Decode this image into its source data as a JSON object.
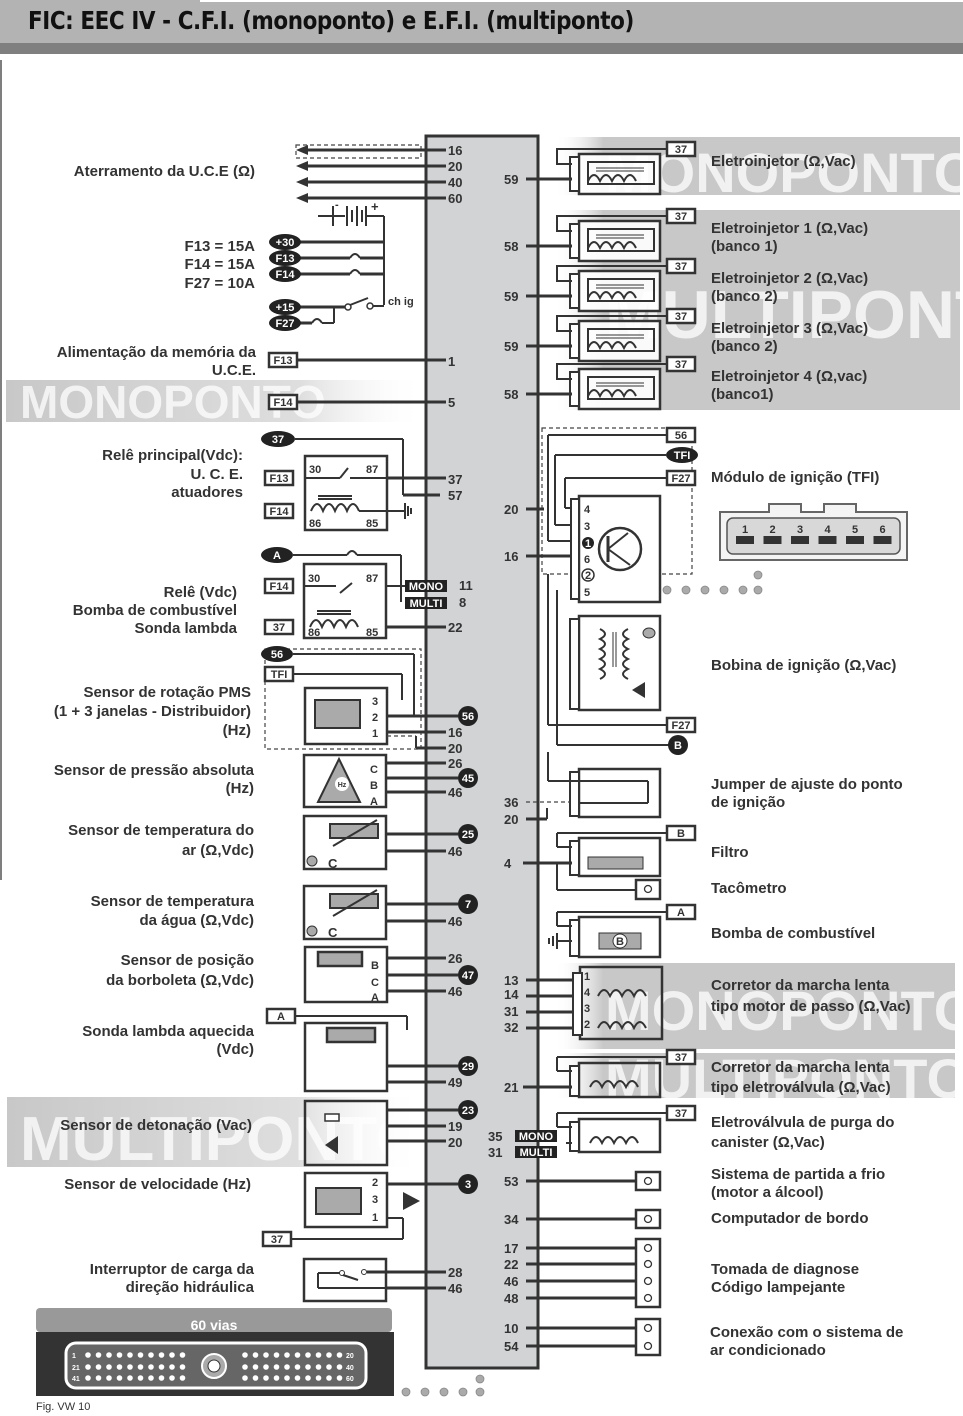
{
  "header": {
    "title": "FIC: EEC IV - C.F.I. (monoponto) e E.F.I. (multiponto)"
  },
  "watermarks": {
    "mono": "MONOPONTO",
    "multi": "MULTIPONTO"
  },
  "left_components": [
    {
      "id": "aterramento",
      "label_lines": [
        "Aterramento da U.C.E (Ω)"
      ],
      "pins": [
        "16",
        "20",
        "40",
        "60"
      ]
    },
    {
      "id": "fuses",
      "label_lines": [
        "F13 = 15A",
        "F14 = 15A",
        "F27 = 10A"
      ],
      "tags": [
        "+30",
        "F13",
        "F14",
        "+15",
        "F27"
      ],
      "switch_label": "ch ig"
    },
    {
      "id": "memoria",
      "label_lines": [
        "Alimentação da memória da",
        "U.C.E."
      ],
      "tag": "F13",
      "pin": "1"
    },
    {
      "id": "mono_f14",
      "tag": "F14",
      "pin": "5"
    },
    {
      "id": "rele_principal",
      "label_lines": [
        "Relê principal(Vdc):",
        "U. C. E.",
        "atuadores"
      ],
      "tags": [
        "37",
        "F13",
        "F14"
      ],
      "terminals": [
        "30",
        "87",
        "86",
        "85"
      ],
      "pins": [
        "37",
        "57"
      ]
    },
    {
      "id": "rele_bomba",
      "label_lines": [
        "Relê (Vdc)",
        "Bomba de combustível",
        "Sonda lambda"
      ],
      "tags": [
        "A",
        "F14",
        "37",
        "MONO",
        "MULTI"
      ],
      "terminals": [
        "30",
        "87",
        "86",
        "85"
      ],
      "pins": [
        "11",
        "8",
        "22"
      ]
    },
    {
      "id": "sensor_pms",
      "label_lines": [
        "Sensor de rotação PMS",
        "(1 + 3 janelas - Distribuidor)",
        "(Hz)"
      ],
      "tags": [
        "56",
        "TFI"
      ],
      "terminals": [
        "3",
        "2",
        "1"
      ],
      "pins": [
        "56",
        "16",
        "20"
      ]
    },
    {
      "id": "sensor_map",
      "label_lines": [
        "Sensor de pressão absoluta",
        "(Hz)"
      ],
      "terminals": [
        "C",
        "B",
        "A"
      ],
      "inner": "Hz",
      "pins": [
        "26",
        "45",
        "46"
      ]
    },
    {
      "id": "sensor_temp_ar",
      "label_lines": [
        "Sensor de temperatura do",
        "ar  (Ω,Vdc)"
      ],
      "terminal": "C",
      "pins": [
        "25",
        "46"
      ]
    },
    {
      "id": "sensor_temp_agua",
      "label_lines": [
        "Sensor de temperatura",
        "da água  (Ω,Vdc)"
      ],
      "terminal": "C",
      "pins": [
        "7",
        "46"
      ]
    },
    {
      "id": "sensor_borboleta",
      "label_lines": [
        "Sensor de posição",
        "da borboleta (Ω,Vdc)"
      ],
      "terminals": [
        "B",
        "C",
        "A"
      ],
      "pins": [
        "26",
        "47",
        "46"
      ]
    },
    {
      "id": "sonda_lambda",
      "label_lines": [
        "Sonda lambda aquecida",
        "(Vdc)"
      ],
      "tag": "A",
      "pins": [
        "29",
        "49"
      ]
    },
    {
      "id": "sensor_detonacao",
      "label_lines": [
        "Sensor de detonação (Vac)"
      ],
      "pins": [
        "23",
        "19",
        "20"
      ]
    },
    {
      "id": "sensor_velocidade",
      "label_lines": [
        "Sensor de velocidade (Hz)"
      ],
      "terminals": [
        "2",
        "3",
        "1"
      ],
      "tag": "37",
      "pins": [
        "3"
      ]
    },
    {
      "id": "interruptor_direcao",
      "label_lines": [
        "Interruptor de carga da",
        "direção hidráulica"
      ],
      "pins": [
        "28",
        "46"
      ]
    }
  ],
  "right_components": [
    {
      "id": "eletroinjetor_mono",
      "label_lines": [
        "Eletroinjetor (Ω,Vac)"
      ],
      "tag": "37",
      "pin": "59"
    },
    {
      "id": "eletroinjetor_1",
      "label_lines": [
        "Eletroinjetor 1 (Ω,Vac)",
        "(banco 1)"
      ],
      "tag": "37",
      "pin": "58"
    },
    {
      "id": "eletroinjetor_2",
      "label_lines": [
        "Eletroinjetor 2 (Ω,Vac)",
        "(banco 2)"
      ],
      "tag": "37",
      "pin": "59"
    },
    {
      "id": "eletroinjetor_3",
      "label_lines": [
        "Eletroinjetor 3 (Ω,Vac)",
        "(banco 2)"
      ],
      "tag": "37",
      "pin": "59"
    },
    {
      "id": "eletroinjetor_4",
      "label_lines": [
        "Eletroinjetor 4 (Ω,vac)",
        "(banco1)"
      ],
      "tag": "37",
      "pin": "58"
    },
    {
      "id": "modulo_ignicao",
      "label_lines": [
        "Módulo de ignição (TFI)"
      ],
      "tags": [
        "56",
        "TFI",
        "F27"
      ],
      "terminals": [
        "4",
        "3",
        "1",
        "6",
        "2",
        "5"
      ],
      "pins": [
        "20",
        "16"
      ],
      "connector_pins": [
        "1",
        "2",
        "3",
        "4",
        "5",
        "6"
      ]
    },
    {
      "id": "bobina_ignicao",
      "label_lines": [
        "Bobina de ignição (Ω,Vac)"
      ],
      "tags": [
        "F27",
        "B"
      ]
    },
    {
      "id": "jumper",
      "label_lines": [
        "Jumper de ajuste do ponto",
        "de ignição"
      ],
      "pins": [
        "36",
        "20"
      ]
    },
    {
      "id": "filtro",
      "label_lines": [
        "Filtro"
      ],
      "tag": "B",
      "pin": "4"
    },
    {
      "id": "tacometro",
      "label_lines": [
        "Tacômetro"
      ]
    },
    {
      "id": "bomba_combustivel",
      "label_lines": [
        "Bomba de combustível"
      ],
      "tag": "A",
      "inner": "B"
    },
    {
      "id": "corretor_passo",
      "label_lines": [
        "Corretor da marcha lenta",
        "tipo motor de passo (Ω,Vac)"
      ],
      "terminals": [
        "1",
        "4",
        "3",
        "2"
      ],
      "pins": [
        "13",
        "14",
        "31",
        "32"
      ]
    },
    {
      "id": "corretor_eletrovalvula",
      "label_lines": [
        "Corretor da marcha lenta",
        "tipo eletroválvula (Ω,Vac)"
      ],
      "tag": "37",
      "pin": "21"
    },
    {
      "id": "purga_canister",
      "label_lines": [
        "Eletroválvula de purga do",
        "canister (Ω,Vac)"
      ],
      "tags": [
        "37",
        "MONO",
        "MULTI"
      ],
      "pins": [
        "35",
        "31"
      ]
    },
    {
      "id": "partida_frio",
      "label_lines": [
        "Sistema de partida a frio",
        "(motor a álcool)"
      ],
      "pin": "53"
    },
    {
      "id": "computador_bordo",
      "label_lines": [
        "Computador de bordo"
      ],
      "pin": "34"
    },
    {
      "id": "tomada_diagnose",
      "label_lines": [
        "Tomada de diagnose",
        "Código lampejante"
      ],
      "pins": [
        "17",
        "22",
        "46",
        "48"
      ]
    },
    {
      "id": "ar_condicionado",
      "label_lines": [
        "Conexão com o sistema de",
        "ar condicionado"
      ],
      "pins": [
        "10",
        "54"
      ]
    }
  ],
  "connector": {
    "title": "60 vias",
    "row_labels_left": [
      "1",
      "21",
      "41"
    ],
    "row_labels_right": [
      "20",
      "40",
      "60"
    ]
  },
  "figure_caption": "Fig. VW 10"
}
